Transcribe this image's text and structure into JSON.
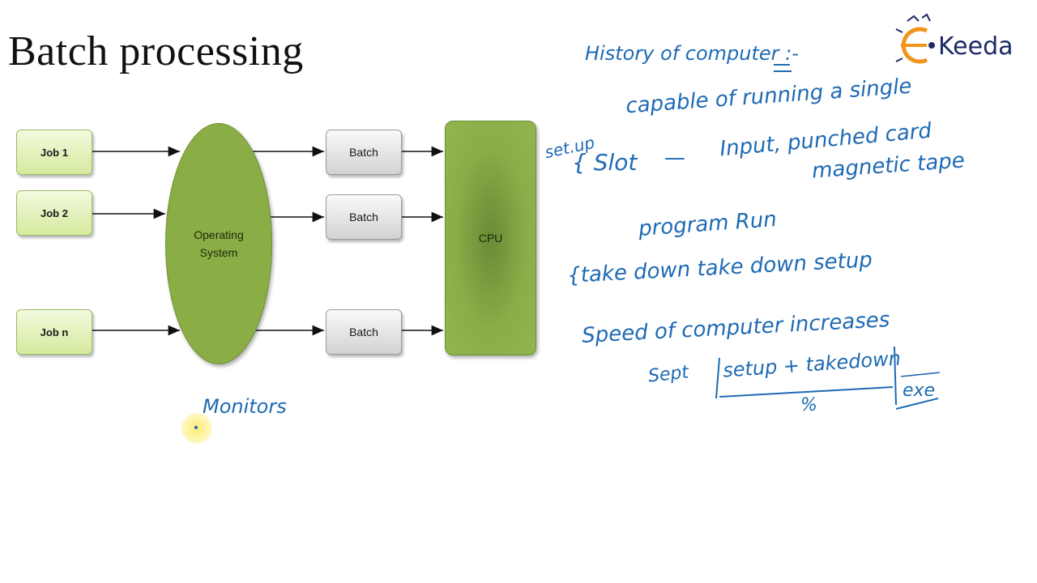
{
  "slide_title": "Batch processing",
  "diagram": {
    "jobs": [
      "Job 1",
      "Job 2",
      "Job n"
    ],
    "os_label_line1": "Operating",
    "os_label_line2": "System",
    "batches": [
      "Batch",
      "Batch",
      "Batch"
    ],
    "cpu_label": "CPU"
  },
  "notes": {
    "history": "History of computer :-",
    "capable": "capable of running a single",
    "setup": "set.up",
    "slot": "{ Slot",
    "dash": "—",
    "input": "Input, punched card",
    "magnetic": "magnetic tape",
    "program": "program Run",
    "takedown": "{take down   take down setup",
    "speed": "Speed of computer increases",
    "sept": "Sept",
    "formula": "setup + takedown",
    "percent": "%",
    "exe": "exe",
    "monitors": "Monitors"
  },
  "logo": {
    "text": "Keeda",
    "letter": "E"
  },
  "colors": {
    "ink": "#1e6ab4",
    "green": "#8aad46",
    "job_fill": "#e3f2b8"
  }
}
